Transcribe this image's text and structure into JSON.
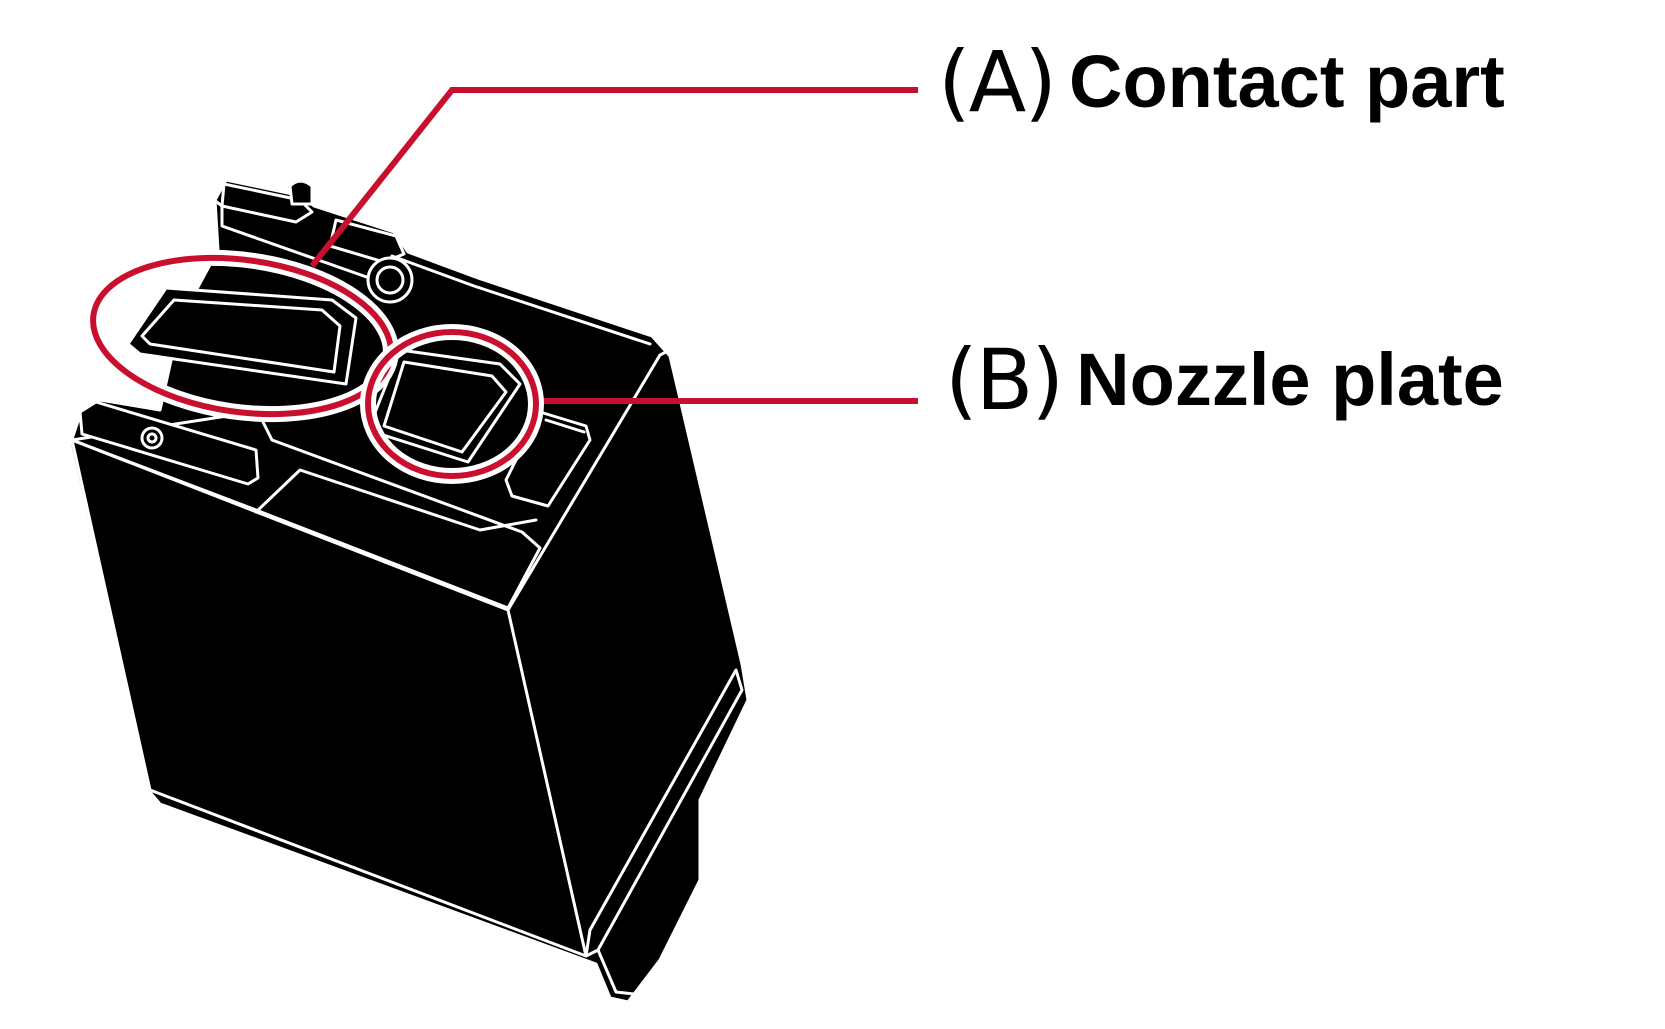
{
  "figure": {
    "subject": "print-head",
    "colors": {
      "cartridge_fill": "#000000",
      "cartridge_outline": "#ffffff",
      "callout_line": "#c8102e",
      "label_text": "#000000",
      "background": "#ffffff"
    },
    "callouts": [
      {
        "letter": "(A)",
        "text": "Contact part"
      },
      {
        "letter": "(B)",
        "text": "Nozzle plate"
      }
    ]
  }
}
